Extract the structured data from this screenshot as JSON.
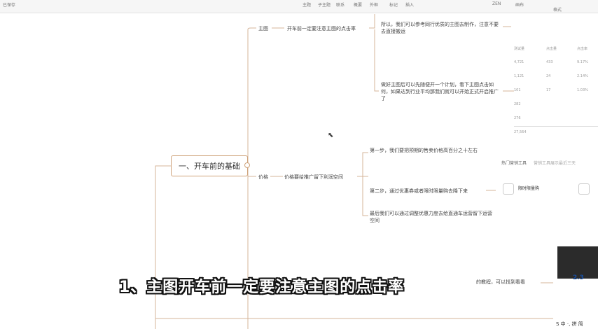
{
  "toolbar": {
    "app_label": "已保存",
    "items": [
      "主题",
      "子主题",
      "联系",
      "概要",
      "外框",
      "标记",
      "插入"
    ],
    "zen": "ZEN",
    "right": "画布",
    "format": "格式"
  },
  "mindmap": {
    "root": "一、开车前的基础",
    "branch1": {
      "label": "主图",
      "sub": "开车前一定要注意主图的点击率",
      "notes": [
        "所以，我们可以参考同行优质的主图去制作，注意不要去直接搬运",
        "做好主图后可以先随便开一个计划，看下主图点击如何，如果达到行业平均那我们就可以开始正式开启推广了"
      ]
    },
    "branch2": {
      "label": "价格",
      "sub": "价格要给推广留下利润空间",
      "notes": [
        "第一步，我们要把预期的售卖价格高百分之十左右",
        "第二步，通过优惠券或者限时限量购去降下来",
        "最后我们可以通过调整优惠力度去给直通车运营留下运营空间"
      ]
    },
    "bottom_note": "的教程，可以找到看看"
  },
  "right_panel": {
    "table_rows": [
      [
        "测试量",
        "点击量",
        "点击率"
      ],
      [
        "4,721",
        "433",
        "9.17%"
      ],
      [
        "1,121",
        "24",
        "2.14%"
      ],
      [
        "101",
        "17",
        "1.03%"
      ],
      [
        "282",
        "",
        ""
      ],
      [
        "276",
        "",
        ""
      ],
      [
        "27,564",
        "",
        ""
      ]
    ],
    "tools_title": "热门营销工具",
    "tools_sub": "营销工具展示最近三天",
    "tool_item": "限时限量购",
    "thumb_value": "2.3"
  },
  "caption": "1、主图开车前一定要注意主图的点击率",
  "ime": "S 中 ·, 拼 简",
  "colors": {
    "line": "#d4b49a",
    "node_border": "#cfa37a",
    "caption_stroke": "#111111"
  }
}
